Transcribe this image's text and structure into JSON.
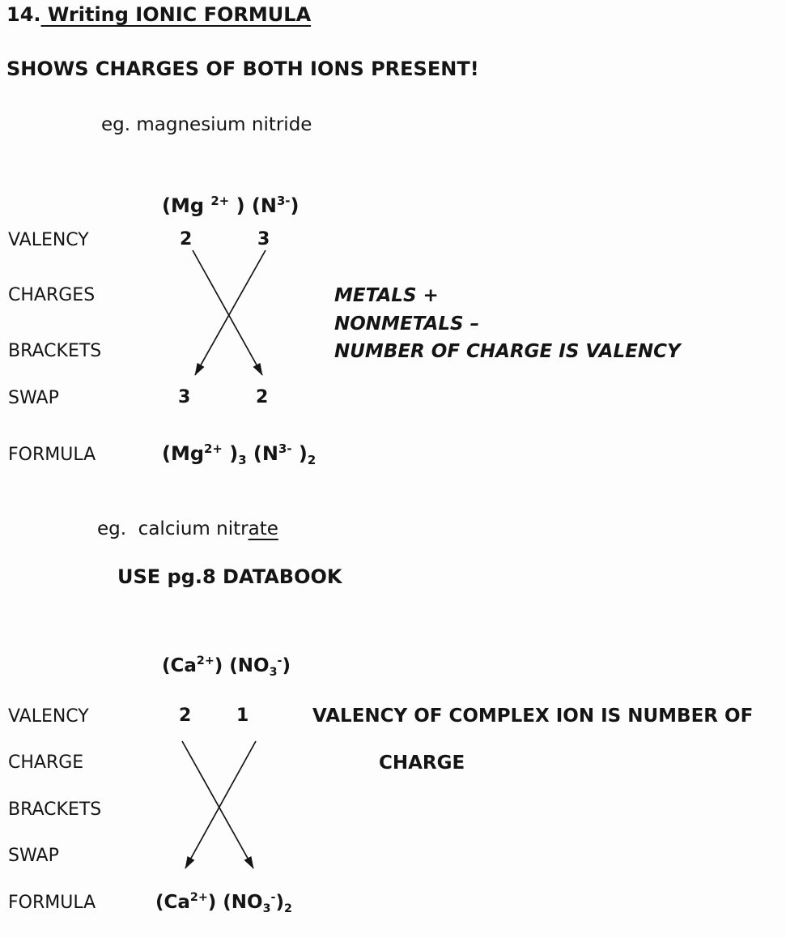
{
  "page": {
    "title_prefix": "14.",
    "title_underlined": " Writing IONIC FORMULA",
    "subtitle": "SHOWS CHARGES OF BOTH IONS PRESENT!"
  },
  "example1": {
    "heading": "eg. magnesium nitride",
    "ions": [
      {
        "t": "(Mg ",
        "s": "n"
      },
      {
        "t": "2+",
        "s": "sup"
      },
      {
        "t": " ) (N",
        "s": "n"
      },
      {
        "t": "3-",
        "s": "sup"
      },
      {
        "t": ")",
        "s": "n"
      }
    ],
    "valency_label": "VALENCY",
    "valency_left": "2",
    "valency_right": "3",
    "charges_label": "CHARGES",
    "brackets_label": "BRACKETS",
    "swap_label": "SWAP",
    "swap_left": "3",
    "swap_right": "2",
    "formula_label": "FORMULA",
    "formula": [
      {
        "t": "(Mg",
        "s": "n"
      },
      {
        "t": "2+",
        "s": "sup"
      },
      {
        "t": " )",
        "s": "n"
      },
      {
        "t": "3",
        "s": "sub"
      },
      {
        "t": " (N",
        "s": "n"
      },
      {
        "t": "3-",
        "s": "sup"
      },
      {
        "t": " )",
        "s": "n"
      },
      {
        "t": "2",
        "s": "sub"
      }
    ],
    "notes": [
      "METALS +",
      "NONMETALS –",
      "NUMBER OF CHARGE IS VALENCY"
    ]
  },
  "example2": {
    "heading_prefix": "eg.  calcium nitr",
    "heading_underlined": "ate",
    "databook_note": "USE pg.8 DATABOOK",
    "ions": [
      {
        "t": "(Ca",
        "s": "n"
      },
      {
        "t": "2+",
        "s": "sup"
      },
      {
        "t": ") (NO",
        "s": "n"
      },
      {
        "t": "3",
        "s": "sub"
      },
      {
        "t": "-",
        "s": "sup"
      },
      {
        "t": ")",
        "s": "n"
      }
    ],
    "valency_label": "VALENCY",
    "valency_left": "2",
    "valency_right": "1",
    "charge_label": "CHARGE",
    "brackets_label": "BRACKETS",
    "swap_label": "SWAP",
    "formula_label": "FORMULA",
    "formula": [
      {
        "t": "(Ca",
        "s": "n"
      },
      {
        "t": "2+",
        "s": "sup"
      },
      {
        "t": ") (NO",
        "s": "n"
      },
      {
        "t": "3",
        "s": "sub"
      },
      {
        "t": "-",
        "s": "sup"
      },
      {
        "t": ")",
        "s": "n"
      },
      {
        "t": "2",
        "s": "sub"
      }
    ],
    "notes_line1": "VALENCY OF COMPLEX ION IS NUMBER OF",
    "notes_line2": "CHARGE"
  },
  "colors": {
    "ink": "#151515",
    "paper": "#fdfdfd"
  }
}
